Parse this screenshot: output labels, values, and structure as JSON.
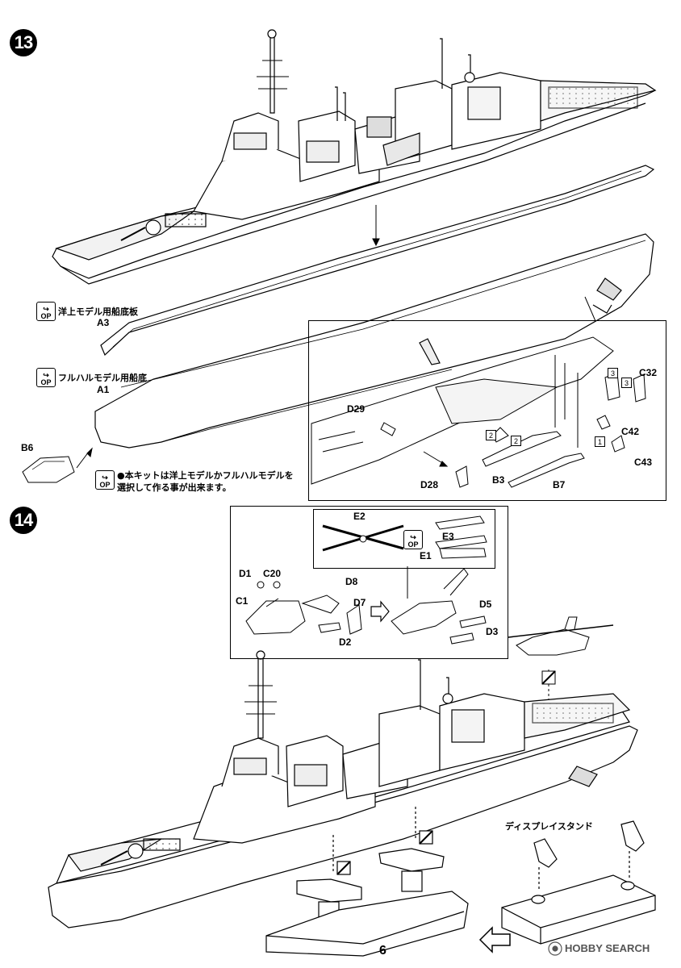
{
  "steps": {
    "step13": {
      "number": "13"
    },
    "step14": {
      "number": "14"
    }
  },
  "op_icon": {
    "top": "↪",
    "text": "OP"
  },
  "labels13": {
    "waterline_plate": "洋上モデル用船底板",
    "full_hull": "フルハルモデル用船底",
    "a3": "A3",
    "a1": "A1",
    "b6": "B6",
    "note_line1": "●本キットは洋上モデルかフルハルモデルを",
    "note_line2": "選択して作る事が出来ます。"
  },
  "detail13": {
    "d29": "D29",
    "d28": "D28",
    "b3": "B3",
    "b7": "B7",
    "c42": "C42",
    "c43": "C43",
    "c32": "C32",
    "box2a": "2",
    "box2b": "2",
    "box3a": "3",
    "box3b": "3",
    "box1": "1"
  },
  "heli14": {
    "e2": "E2",
    "e3": "E3",
    "e1": "E1",
    "d1": "D1",
    "c20": "C20",
    "c1": "C1",
    "d8": "D8",
    "d7": "D7",
    "d2": "D2",
    "d5": "D5",
    "d3": "D3"
  },
  "stand": {
    "title": "ディスプレイスタンド"
  },
  "page_number": "6",
  "watermark": "HOBBY SEARCH"
}
